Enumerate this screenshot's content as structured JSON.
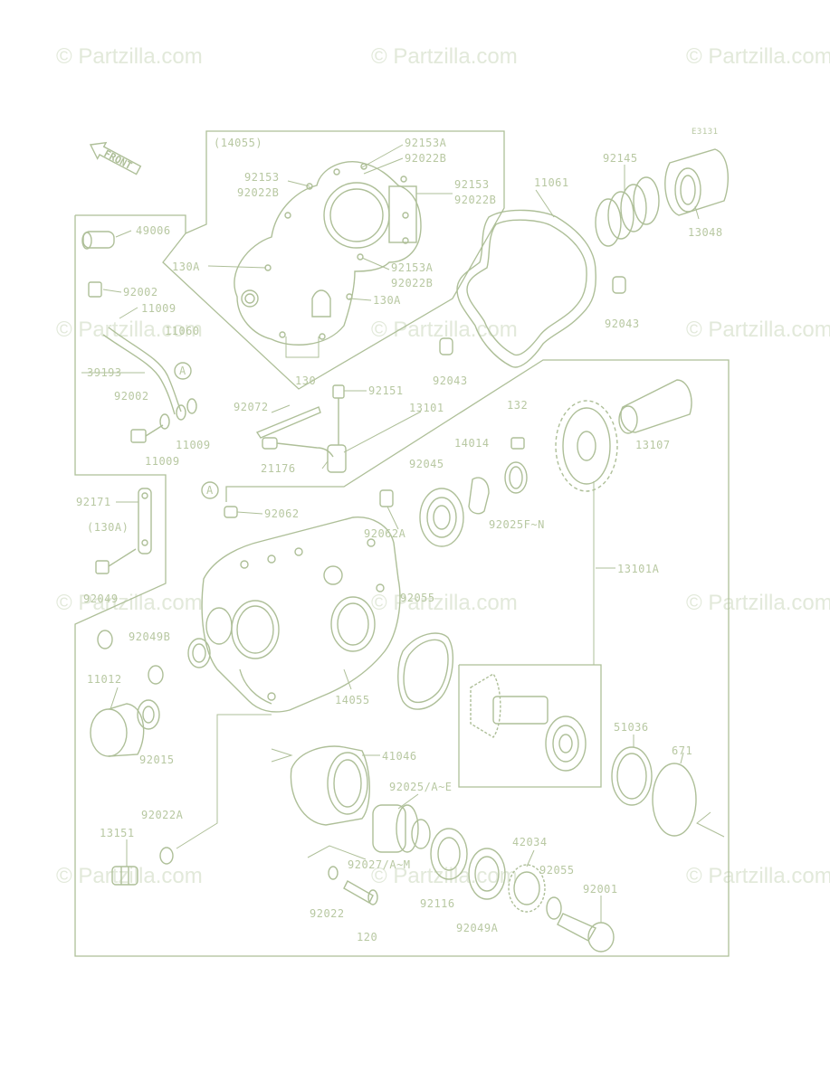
{
  "watermark": "© Partzilla.com",
  "diagram_code": "E3131",
  "front_label": "FRONT",
  "callout_a": "A",
  "labels": {
    "l14055p": "(14055)",
    "l92153A_1": "92153A",
    "l92022B_1": "92022B",
    "l92153_l": "92153",
    "l92022B_l": "92022B",
    "l92153_r": "92153",
    "l92022B_r": "92022B",
    "l130A_1": "130A",
    "l92153A_2": "92153A",
    "l92022B_2": "92022B",
    "l130A_2": "130A",
    "l130": "130",
    "l49006": "49006",
    "l92002_1": "92002",
    "l11009_1": "11009",
    "l11060": "11060",
    "l39193": "39193",
    "l92002_2": "92002",
    "l11009_2": "11009",
    "l11009_3": "11009",
    "l11061": "11061",
    "l92145": "92145",
    "l13048": "13048",
    "l92043_1": "92043",
    "l92043_2": "92043",
    "l92151": "92151",
    "l92072": "92072",
    "l13101": "13101",
    "l132": "132",
    "l14014": "14014",
    "l13107": "13107",
    "l21176": "21176",
    "l92045": "92045",
    "l92025FN": "92025F~N",
    "l92171": "92171",
    "l130Ap": "(130A)",
    "l92062": "92062",
    "l92062A": "92062A",
    "l13101A": "13101A",
    "l92049": "92049",
    "l92049B": "92049B",
    "l92055_1": "92055",
    "l14055": "14055",
    "l11012": "11012",
    "l92015": "92015",
    "l51036": "51036",
    "l671": "671",
    "l41046": "41046",
    "l92025AE": "92025/A~E",
    "l92022A": "92022A",
    "l13151": "13151",
    "l42034": "42034",
    "l92027": "92027/A~M",
    "l92055_2": "92055",
    "l92001": "92001",
    "l92116": "92116",
    "l92022": "92022",
    "l92049A": "92049A",
    "l120": "120"
  }
}
